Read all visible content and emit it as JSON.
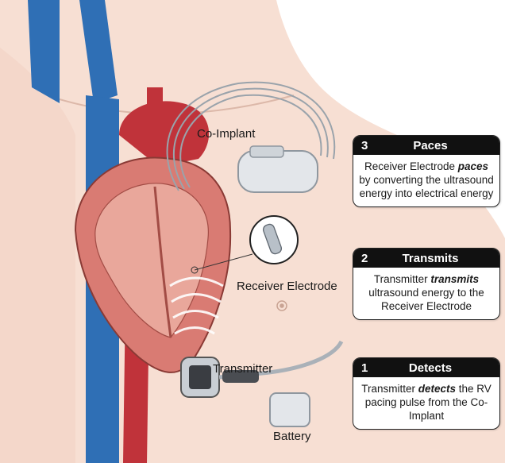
{
  "labels": {
    "co_implant": "Co-Implant",
    "receiver_electrode": "Receiver Electrode",
    "transmitter": "Transmitter",
    "battery": "Battery"
  },
  "steps": [
    {
      "number": "3",
      "title": "Paces",
      "text_before": "Receiver Electrode ",
      "text_bold": "paces",
      "text_after": " by converting the ultrasound energy into electrical energy"
    },
    {
      "number": "2",
      "title": "Transmits",
      "text_before": "Transmitter ",
      "text_bold": "transmits",
      "text_after": " ultrasound energy to the Receiver Electrode"
    },
    {
      "number": "1",
      "title": "Detects",
      "text_before": "Transmitter ",
      "text_bold": "detects",
      "text_after": " the RV pacing pulse from the Co-Implant"
    }
  ],
  "colors": {
    "skin": "#f7dfd3",
    "vein_blue": "#2f6fb5",
    "artery_red": "#c0333a",
    "heart": "#d97b73",
    "card_header": "#111111"
  }
}
